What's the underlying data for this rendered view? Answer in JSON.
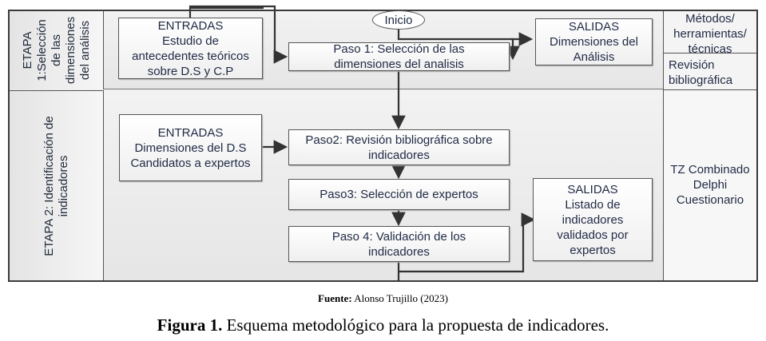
{
  "stages": [
    {
      "id": "etapa-1",
      "label_lines": [
        "ETAPA",
        "1:Selección",
        "de las",
        "dimensiones",
        "del análisis"
      ]
    },
    {
      "id": "etapa-2",
      "label_lines": [
        "ETAPA 2: Identificación de",
        "indicadores"
      ]
    }
  ],
  "start": {
    "label": "Inicio"
  },
  "stage1": {
    "inputs": {
      "lines": [
        "ENTRADAS",
        "Estudio de",
        "antecedentes teóricos",
        "sobre D.S y C.P"
      ]
    },
    "step1": {
      "lines": [
        "Paso 1: Selección de las",
        "dimensiones del analisis"
      ]
    },
    "outputs": {
      "lines": [
        "SALIDAS",
        "Dimensiones del",
        "Análisis"
      ]
    },
    "methods_header": {
      "lines": [
        "Métodos/",
        "herramientas/",
        "técnicas"
      ]
    },
    "methods": {
      "lines": [
        "Revisión",
        "bibliográfica"
      ]
    }
  },
  "stage2": {
    "inputs": {
      "lines": [
        "ENTRADAS",
        "Dimensiones del D.S",
        "Candidatos a expertos"
      ]
    },
    "step2": {
      "lines": [
        "Paso2: Revisión bibliográfica sobre",
        "indicadores"
      ]
    },
    "step3": {
      "lines": [
        "Paso3: Selección de expertos"
      ]
    },
    "step4": {
      "lines": [
        "Paso 4: Validación de los",
        "indicadores"
      ]
    },
    "outputs": {
      "lines": [
        "SALIDAS",
        "Listado de",
        "indicadores",
        "validados por",
        "expertos"
      ]
    },
    "methods": {
      "lines": [
        "TZ Combinado",
        "Delphi",
        "Cuestionario"
      ]
    }
  },
  "caption": {
    "source_label": "Fuente:",
    "source_text": " Alonso Trujillo (2023)",
    "figure_label": "Figura 1.",
    "figure_text": " Esquema metodológico para la propuesta de indicadores."
  }
}
